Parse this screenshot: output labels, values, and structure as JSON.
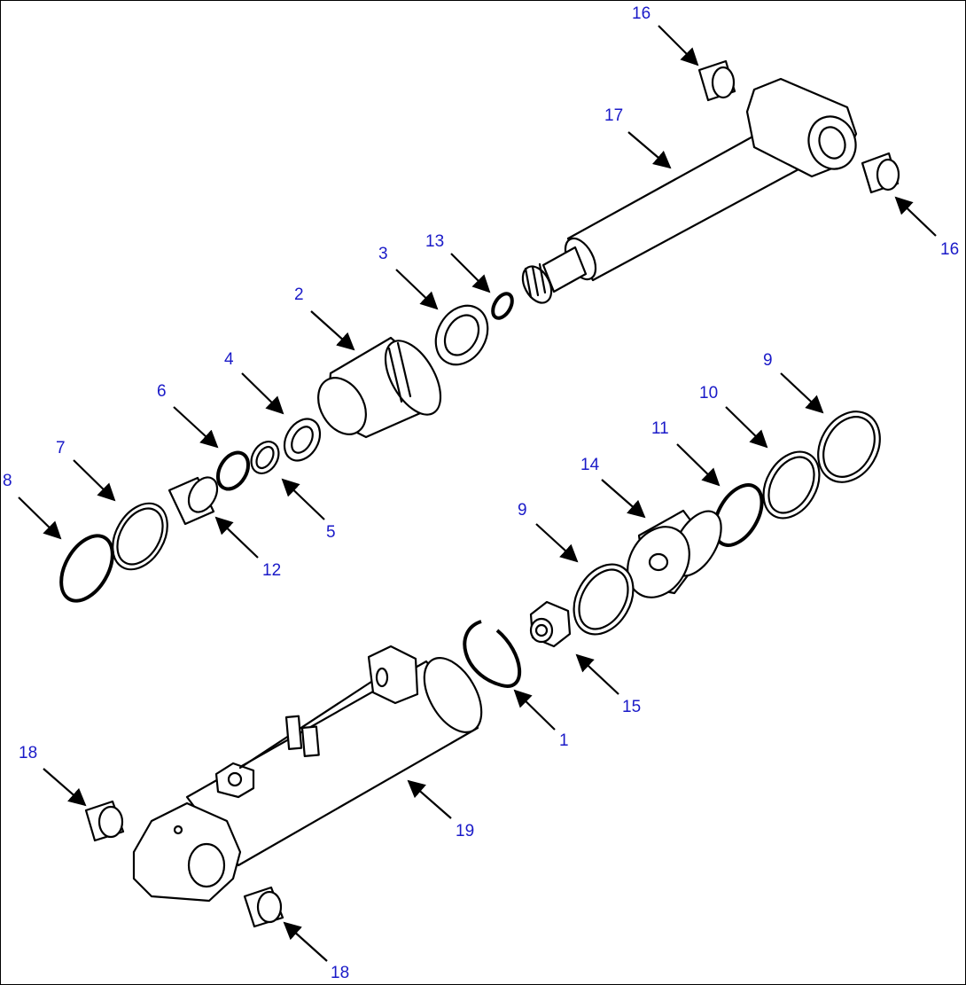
{
  "diagram": {
    "label_color": "#1a1ac8",
    "arrow_color": "#000000",
    "callouts": [
      {
        "id": "16a",
        "text": "16"
      },
      {
        "id": "17",
        "text": "17"
      },
      {
        "id": "16b",
        "text": "16"
      },
      {
        "id": "13",
        "text": "13"
      },
      {
        "id": "3",
        "text": "3"
      },
      {
        "id": "2",
        "text": "2"
      },
      {
        "id": "9a",
        "text": "9"
      },
      {
        "id": "4",
        "text": "4"
      },
      {
        "id": "10",
        "text": "10"
      },
      {
        "id": "6",
        "text": "6"
      },
      {
        "id": "11",
        "text": "11"
      },
      {
        "id": "7",
        "text": "7"
      },
      {
        "id": "14",
        "text": "14"
      },
      {
        "id": "8",
        "text": "8"
      },
      {
        "id": "9b",
        "text": "9"
      },
      {
        "id": "5",
        "text": "5"
      },
      {
        "id": "12",
        "text": "12"
      },
      {
        "id": "15",
        "text": "15"
      },
      {
        "id": "1",
        "text": "1"
      },
      {
        "id": "18a",
        "text": "18"
      },
      {
        "id": "19",
        "text": "19"
      },
      {
        "id": "18b",
        "text": "18"
      }
    ]
  }
}
